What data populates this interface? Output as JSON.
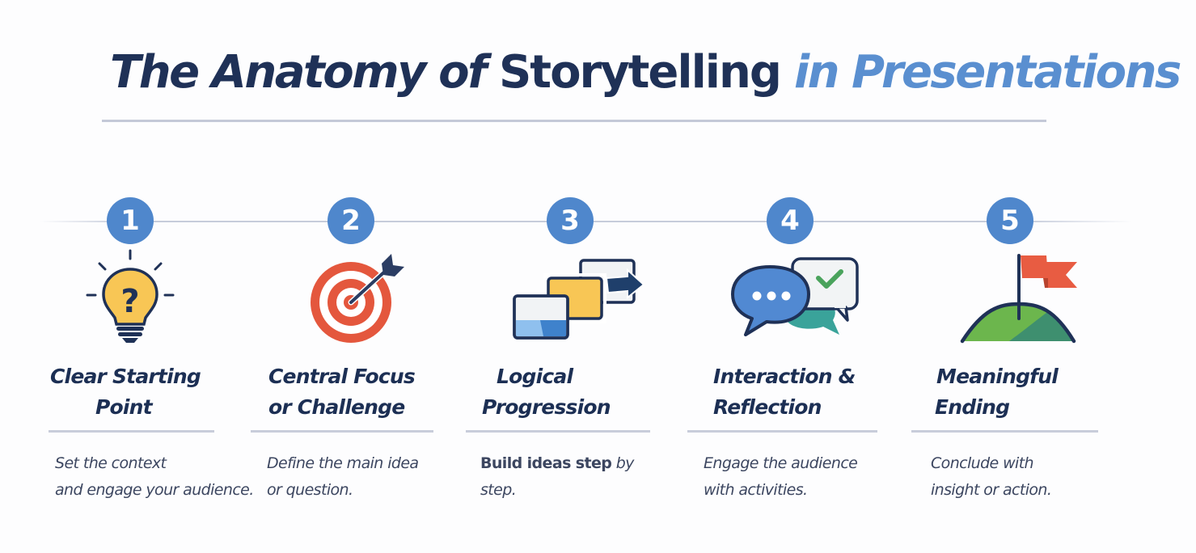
{
  "title": {
    "part1": "The Anatomy of ",
    "part2": "Storytelling",
    "part3": " in Presentations"
  },
  "colors": {
    "navy": "#1f3157",
    "accent_blue": "#5a8fd0",
    "badge_blue": "#4f87cc",
    "bulb_yellow": "#f8c655",
    "target_red": "#e4573d",
    "flag_red": "#e85c42",
    "hill_green": "#6cb64d",
    "teal": "#3aa39a",
    "check_green": "#4aa35c"
  },
  "steps": [
    {
      "number": "1",
      "icon": "lightbulb-question-icon",
      "heading_line1": "Clear Starting",
      "heading_line2": "Point",
      "desc_line1": "Set the context",
      "desc_line2": "and engage your audience."
    },
    {
      "number": "2",
      "icon": "target-arrow-icon",
      "heading_line1": "Central Focus",
      "heading_line2": "or Challenge",
      "desc_line1": "Define the main idea",
      "desc_line2": "or question."
    },
    {
      "number": "3",
      "icon": "slides-progression-icon",
      "heading_line1": "Logical",
      "heading_line2": "Progression",
      "desc_bold": "Build ideas step",
      "desc_rest": " by",
      "desc_line2": "step."
    },
    {
      "number": "4",
      "icon": "chat-bubbles-icon",
      "heading_line1": "Interaction &",
      "heading_line2": "Reflection",
      "desc_line1": "Engage the audience",
      "desc_line2": "with activities."
    },
    {
      "number": "5",
      "icon": "flag-on-hill-icon",
      "heading_line1": "Meaningful",
      "heading_line2": "Ending",
      "desc_line1": "Conclude with",
      "desc_line2": "insight or action."
    }
  ]
}
